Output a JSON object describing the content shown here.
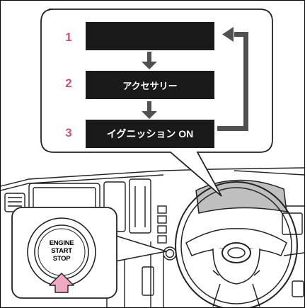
{
  "steps": [
    {
      "number": "1",
      "label": ""
    },
    {
      "number": "2",
      "label": "アクセサリー"
    },
    {
      "number": "3",
      "label": "イグニッション ON"
    }
  ],
  "start_button": {
    "line1": "ENGINE",
    "line2": "START",
    "line3": "STOP"
  },
  "colors": {
    "step_number": "#c8537a",
    "step_box": "#1a1a1a",
    "arrow": "#505050",
    "press_arrow": "#f0a8c4",
    "meter_panel": "#bfbfbf"
  }
}
